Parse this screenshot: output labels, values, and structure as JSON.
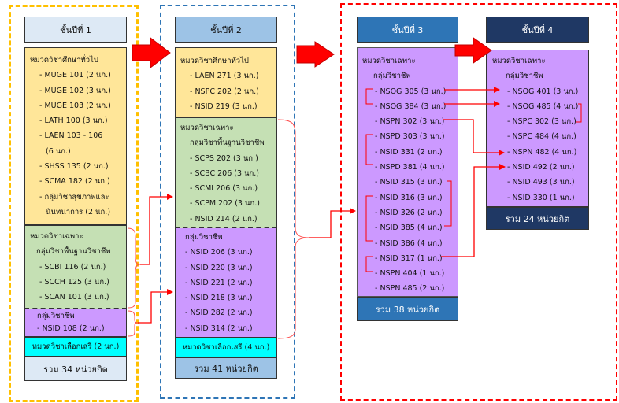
{
  "years": [
    {
      "title": "ชั้นปีที่ 1",
      "sections": [
        {
          "heading": "หมวดวิชาศึกษาทั่วไป",
          "items": [
            "- MUGE 101 (2 นก.)",
            "- MUGE 102 (3 นก.)",
            "- MUGE 103 (2 นก.)",
            "- LATH 100 (3 นก.)",
            "- LAEN 103 - 106",
            "(6 นก.)",
            "- SHSS 135 (2 นก.)",
            "- SCMA 182 (2 นก.)",
            "- กลุ่มวิชาสุขภาพและ",
            "นันทนาการ (2 นก.)"
          ]
        },
        {
          "heading": "หมวดวิชาเฉพาะ",
          "subheading": "กลุ่มวิชาพื้นฐานวิชาชีพ",
          "items": [
            "- SCBI 116 (2 นก.)",
            "- SCCH 125 (3 นก.)",
            "- SCAN 101 (3 นก.)"
          ]
        },
        {
          "heading": "กลุ่มวิชาชีพ",
          "items": [
            "- NSID 108 (2 นก.)"
          ]
        },
        {
          "heading": "หมวดวิชาเลือกเสรี (2 นก.)"
        }
      ],
      "total": "รวม 34 หน่วยกิต"
    },
    {
      "title": "ชั้นปีที่ 2",
      "sections": [
        {
          "heading": "หมวดวิชาศึกษาทั่วไป",
          "items": [
            "- LAEN 271 (3 นก.)",
            "- NSPC 202 (2 นก.)",
            "- NSID 219 (3 นก.)"
          ]
        },
        {
          "heading": "หมวดวิชาเฉพาะ",
          "subheading": "กลุ่มวิชาพื้นฐานวิชาชีพ",
          "items": [
            "- SCPS 202 (3 นก.)",
            "- SCBC 206 (3 นก.)",
            "- SCMI 206 (3 นก.)",
            "- SCPM 202 (3 นก.)",
            "- NSID 214 (2 นก.)"
          ]
        },
        {
          "heading": "กลุ่มวิชาชีพ",
          "items": [
            "- NSID 206 (3 นก.)",
            "- NSID 220 (3 นก.)",
            "- NSID 221 (2 นก.)",
            "- NSID 218 (3 นก.)",
            "- NSID 282 (2 นก.)",
            "- NSID 314 (2 นก.)"
          ]
        },
        {
          "heading": "หมวดวิชาเลือกเสรี (4 นก.)"
        }
      ],
      "total": "รวม 41 หน่วยกิต"
    },
    {
      "title": "ชั้นปีที่ 3",
      "sections": [
        {
          "heading": "หมวดวิชาเฉพาะ",
          "subheading": "กลุ่มวิชาชีพ",
          "items": [
            "- NSOG 305 (3 นก.)",
            "- NSOG 384 (3 นก.)",
            "- NSPN 302 (3 นก.)",
            "- NSPD 303 (3 นก.)",
            "- NSID 331 (2 นก.)",
            "- NSPD 381 (4 นก.)",
            "- NSID 315 (3 นก.)",
            "- NSID 316 (3 นก.)",
            "- NSID 326 (2 นก.)",
            "- NSID  385 (4 นก.)",
            "- NSID 386 (4 นก.)",
            "- NSID 317 (1 นก.)",
            "- NSPN 404 (1 นก.)",
            "- NSPN 485 (2 นก.)"
          ]
        }
      ],
      "total": "รวม 38 หน่วยกิต"
    },
    {
      "title": "ชั้นปีที่ 4",
      "sections": [
        {
          "heading": "หมวดวิชาเฉพาะ",
          "subheading": "กลุ่มวิชาชีพ",
          "items": [
            "- NSOG 401 (3 นก.)",
            "- NSOG 485 (4 นก.)",
            "- NSPC 302 (3 นก.)",
            "- NSPC 484 (4 นก.)",
            "- NSPN 482 (4 นก.)",
            "- NSID 492 (2 นก.)",
            "- NSID 493 (3 นก.)",
            "- NSID 330 (1 นก.)"
          ]
        }
      ],
      "total": "รวม 24 หน่วยกิต"
    }
  ],
  "colors": {
    "year1_header": "#dde9f5",
    "year2_header": "#9dc3e6",
    "year3_header": "#2e75b6",
    "year4_header": "#1f3864",
    "general_ed": "#ffe699",
    "foundation": "#c5e0b4",
    "professional": "#cc99ff",
    "free_elective": "#00ffff",
    "arrow": "#ff0000",
    "frame_year1": "#ffc000",
    "frame_year2": "#2e75b6",
    "frame_year34": "#ff0000"
  }
}
